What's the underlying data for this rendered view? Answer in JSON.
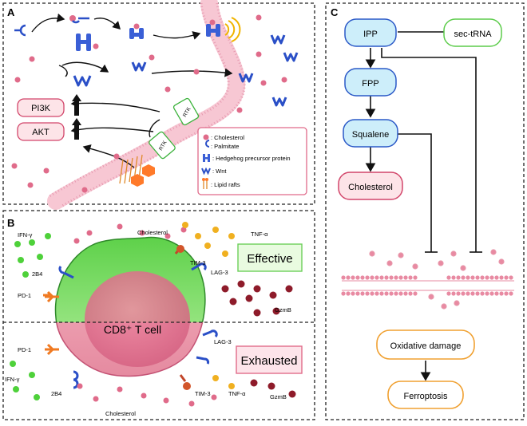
{
  "panelA": {
    "letter": "A",
    "pathway_labels": {
      "pi3k": "PI3K",
      "akt": "AKT",
      "rtk": "RTK"
    },
    "legend": {
      "cholesterol": ": Cholesterol",
      "palmitate": ": Palmitate",
      "hedgehog": ": Hedgehog precursor protein",
      "wnt": ": Wnt",
      "lipid_rafts": ": Lipid rafts"
    }
  },
  "panelB": {
    "letter": "B",
    "cell_label": "CD8⁺ T cell",
    "state_effective": "Effective",
    "state_exhausted": "Exhausted",
    "labels": {
      "ifn_top": "IFN-γ",
      "ifn_bottom": "IFN-γ",
      "cholesterol_top": "Cholesterol",
      "cholesterol_bottom": "Cholesterol",
      "tnf_top": "TNF-α",
      "tnf_bottom": "TNF-α",
      "tim3_top": "TIM-3",
      "tim3_bottom": "TIM-3",
      "lag3_top": "LAG-3",
      "lag3_bottom": "LAG-3",
      "gzmb_top": "GzmB",
      "gzmb_bottom": "GzmB",
      "pd1_top": "PD-1",
      "pd1_bottom": "PD-1",
      "b2b4_top": "2B4",
      "b2b4_bottom": "2B4"
    },
    "colors": {
      "effective": "#8fe07a",
      "exhausted": "#f0a6b4",
      "core": "#e0708c"
    }
  },
  "panelC": {
    "letter": "C",
    "nodes": {
      "ipp": "IPP",
      "sec_trna": "sec-tRNA",
      "fpp": "FPP",
      "squalene": "Squalene",
      "cholesterol": "Cholesterol",
      "oxidative": "Oxidative damage",
      "ferroptosis": "Ferroptosis"
    }
  }
}
